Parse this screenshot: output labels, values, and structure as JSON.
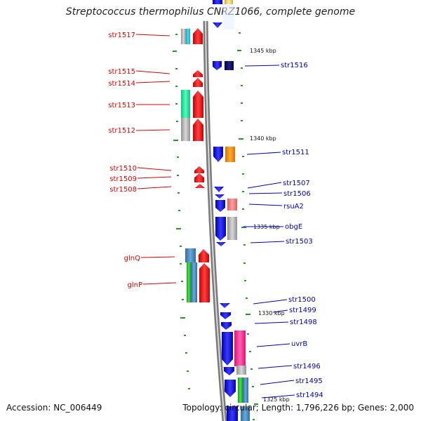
{
  "title": "Streptococcus thermophilus CNRZ1066, complete genome",
  "footer": {
    "accession": "Accession: NC_006449",
    "summary": "Topology: circular; Length: 1,796,226 bp; Genes: 2,000"
  },
  "scale_labels": [
    "1345 kbp",
    "1340 kbp",
    "1335 kbp",
    "1330 kbp",
    "1325 kbp"
  ],
  "left_genes": [
    "str1517",
    "str1515",
    "str1514",
    "str1513",
    "str1512",
    "str1510",
    "str1509",
    "str1508",
    "glnQ",
    "glnP"
  ],
  "right_genes": [
    "str1516",
    "str1511",
    "str1507",
    "str1506",
    "rsuA2",
    "obgE",
    "str1503",
    "str1500",
    "str1499",
    "str1498",
    "uvrB",
    "str1496",
    "str1495",
    "str1494"
  ],
  "colors": {
    "left_label": "#e00000",
    "right_label": "#0000bb",
    "forward_gene": "#ff0000",
    "reverse_gene": "#0000ff",
    "backbone": "#8a8a8a",
    "tick": "#229922"
  }
}
